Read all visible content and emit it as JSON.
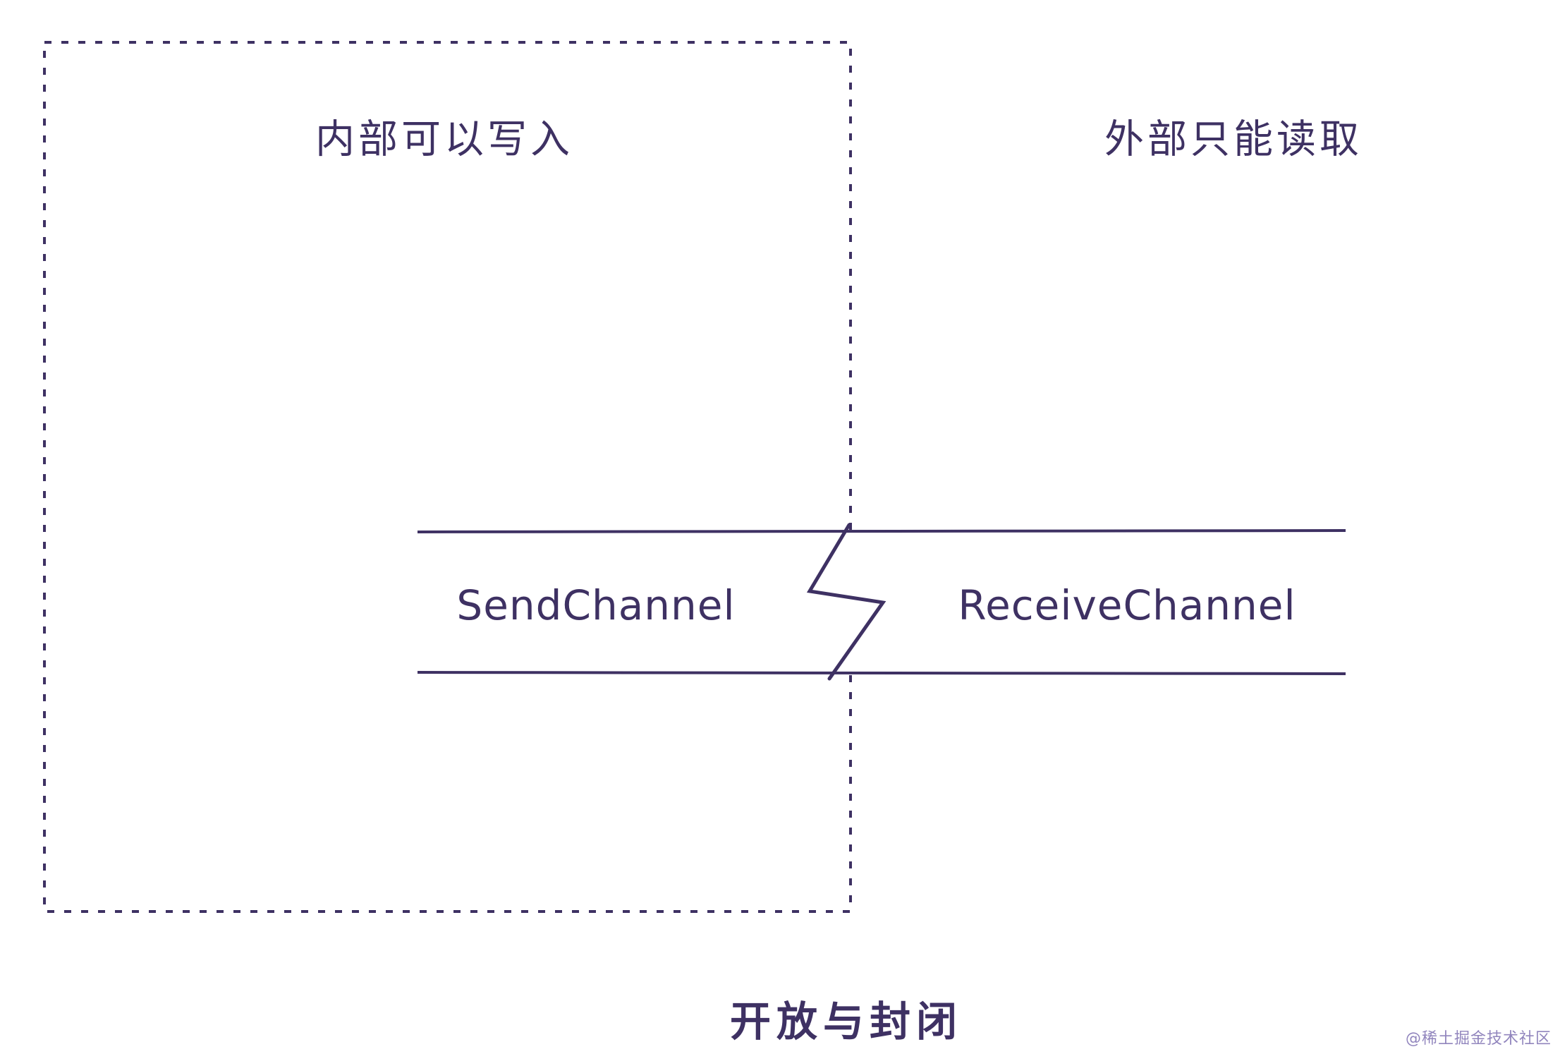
{
  "diagram": {
    "labels": {
      "inner_zone": "内部可以写入",
      "outer_zone": "外部只能读取",
      "send_channel": "SendChannel",
      "receive_channel": "ReceiveChannel",
      "caption": "开放与封闭"
    },
    "watermark": "@稀土掘金技术社区",
    "colors": {
      "stroke": "#3e3163",
      "text": "#3e3163",
      "watermark": "#9185bd",
      "background": "#ffffff"
    }
  }
}
